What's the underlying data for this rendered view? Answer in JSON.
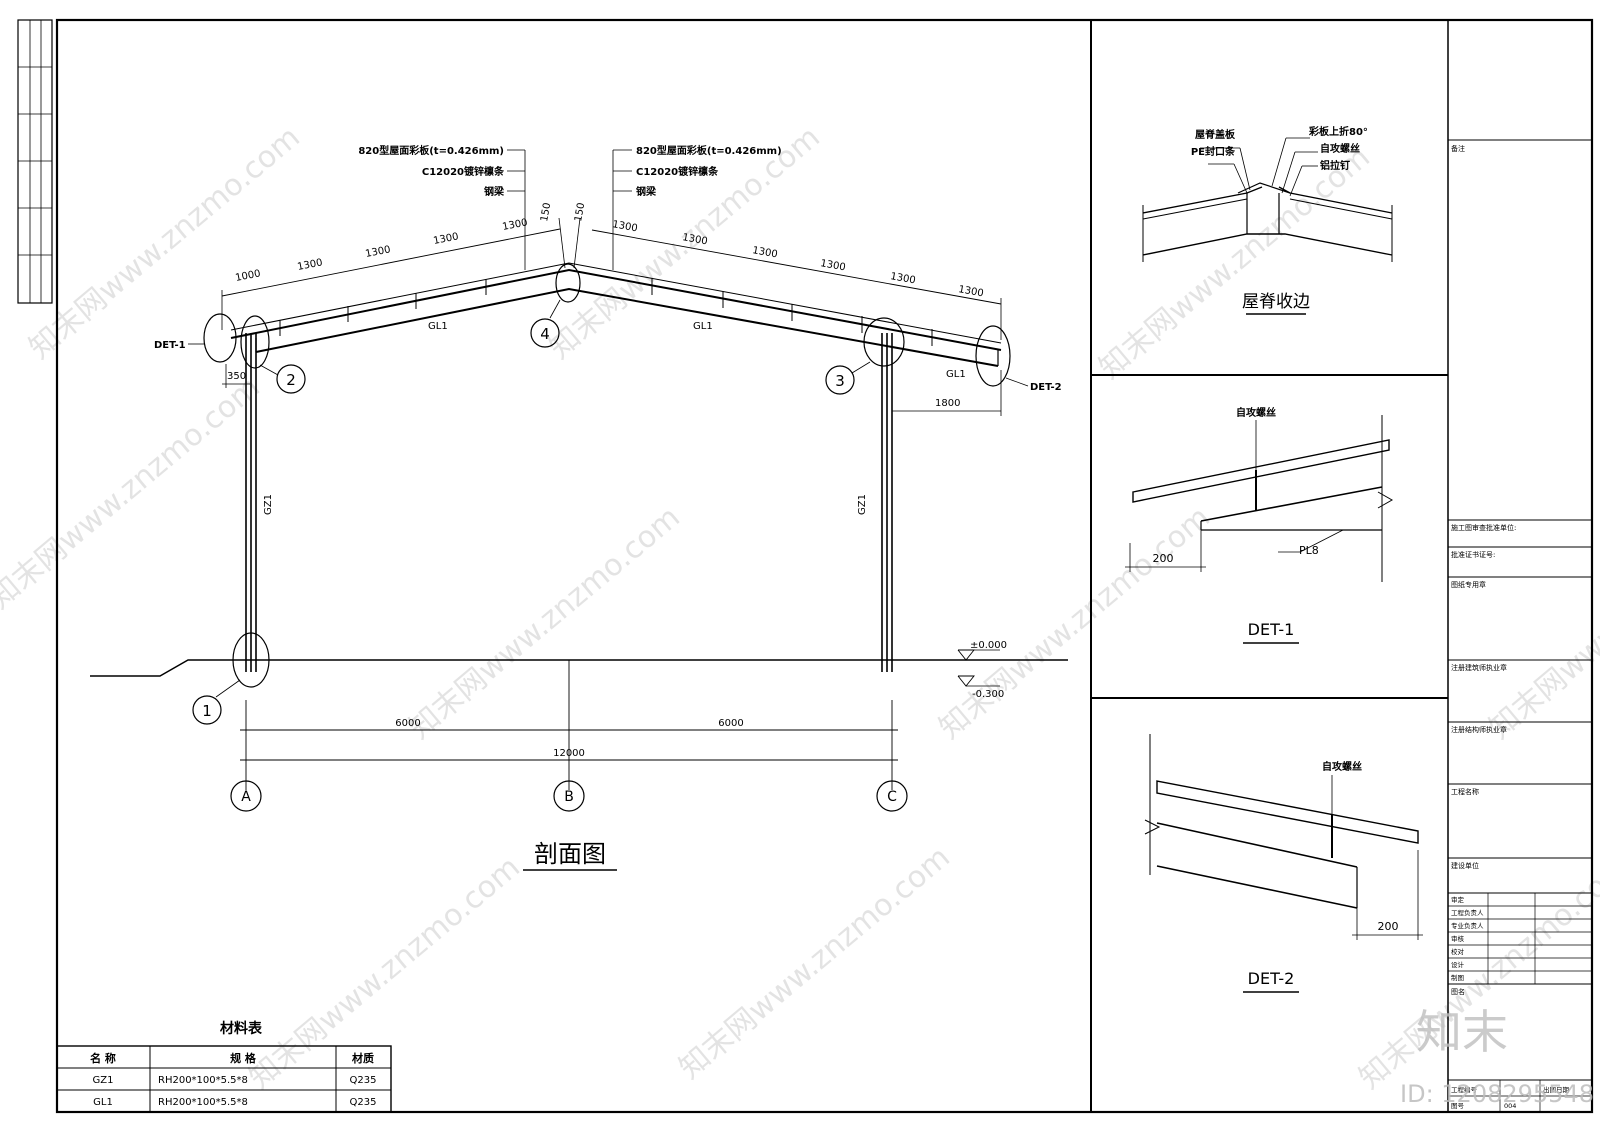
{
  "main_section": {
    "title": "剖面图",
    "callout_left": [
      "820型屋面彩板(t=0.426mm)",
      "C12020镀锌檩条",
      "钢梁"
    ],
    "callout_right": [
      "820型屋面彩板(t=0.426mm)",
      "C12020镀锌檩条",
      "钢梁"
    ],
    "purlin_dims_left": [
      "1000",
      "1300",
      "1300",
      "1300",
      "1300"
    ],
    "purlin_dims_right": [
      "1300",
      "1300",
      "1300",
      "1300",
      "1300",
      "1300"
    ],
    "ridge_dims": [
      "150",
      "150"
    ],
    "beam_labels": [
      "GL1",
      "GL1",
      "GL1"
    ],
    "column_labels": [
      "GZ1",
      "GZ1"
    ],
    "det_labels": [
      "DET-1",
      "DET-2"
    ],
    "node_numbers": [
      "1",
      "2",
      "3",
      "4"
    ],
    "dims": {
      "eave_left": "350",
      "overhang_right": "1800",
      "span_left": "6000",
      "span_right": "6000",
      "span_total": "12000"
    },
    "levels": [
      "±0.000",
      "-0.300"
    ],
    "axes": [
      "A",
      "B",
      "C"
    ]
  },
  "materials_table": {
    "title": "材料表",
    "headers": [
      "名  称",
      "规  格",
      "材质"
    ],
    "rows": [
      [
        "GZ1",
        "RH200*100*5.5*8",
        "Q235"
      ],
      [
        "GL1",
        "RH200*100*5.5*8",
        "Q235"
      ]
    ]
  },
  "ridge_detail": {
    "title": "屋脊收边",
    "labels_left": [
      "屋脊盖板",
      "PE封口条"
    ],
    "labels_right": [
      "彩板上折80°",
      "自攻螺丝",
      "铝拉钉"
    ]
  },
  "det1": {
    "title": "DET-1",
    "screw_label": "自攻螺丝",
    "dim": "200",
    "plate_label": "PL8"
  },
  "det2": {
    "title": "DET-2",
    "screw_label": "自攻螺丝",
    "dim": "200"
  },
  "title_block": {
    "remarks": "备注",
    "approval_unit": "施工图审查批准单位:",
    "cert_no": "批准证书证号:",
    "seal": "图纸专用章",
    "architect_seal": "注册建筑师执业章",
    "structural_seal": "注册结构师执业章",
    "project_name": "工程名称",
    "client": "建设单位",
    "roles": [
      "审定",
      "工程负责人",
      "专业负责人",
      "审核",
      "校对",
      "设计",
      "制图"
    ],
    "drawing_name": "图名",
    "project_no": "工程编号",
    "drawing_no": "图号",
    "date": "出图日期",
    "sheet_no": "004"
  },
  "watermark": {
    "site": "知末网www.znzmo.com",
    "brand": "知末",
    "id": "ID: 1208295548"
  },
  "colors": {
    "ink": "#000000",
    "watermark": "#d0d0d0",
    "paper": "#ffffff"
  }
}
